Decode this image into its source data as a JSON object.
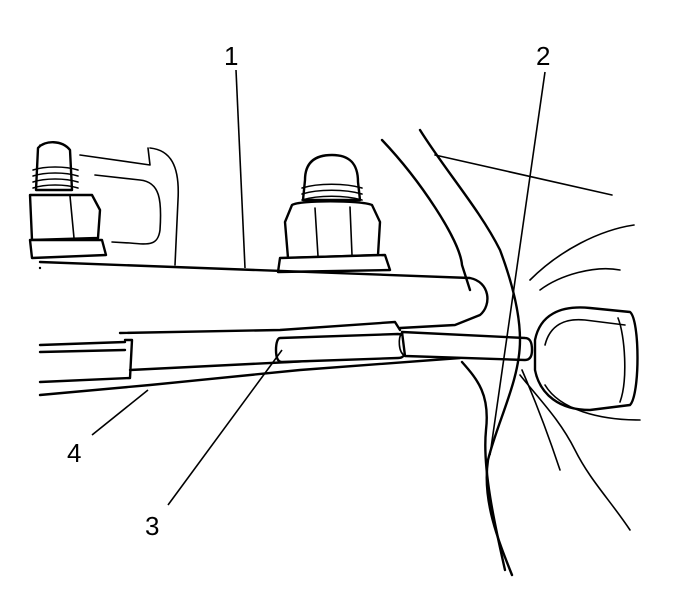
{
  "figure": {
    "callouts": [
      {
        "id": "1",
        "label": "1"
      },
      {
        "id": "2",
        "label": "2"
      },
      {
        "id": "3",
        "label": "3"
      },
      {
        "id": "4",
        "label": "4"
      }
    ],
    "line_color": "#000000",
    "background_color": "#ffffff"
  }
}
